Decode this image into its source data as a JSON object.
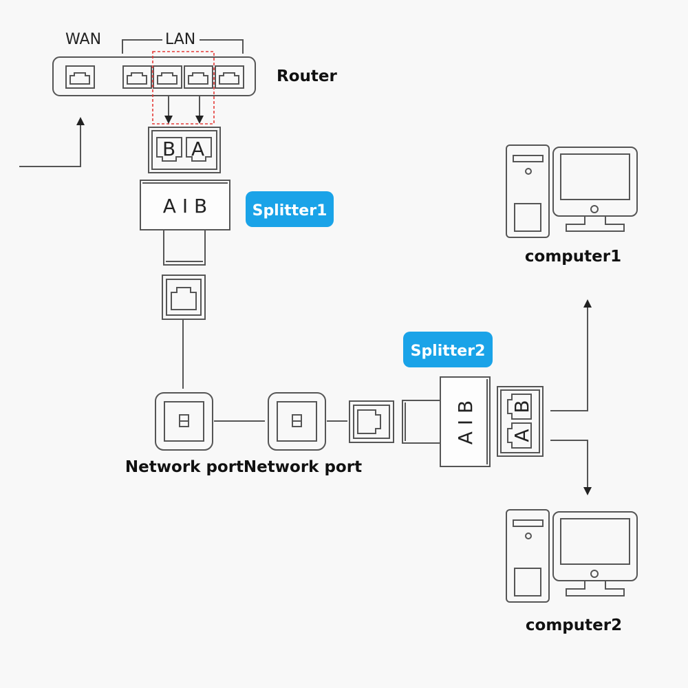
{
  "router": {
    "label": "Router",
    "wan_label": "WAN",
    "lan_label": "LAN",
    "highlight_color": "#e53935"
  },
  "splitter1": {
    "badge": "Splitter1",
    "input_ports": [
      "B",
      "A"
    ],
    "body_label": "A I B"
  },
  "splitter2": {
    "badge": "Splitter2",
    "output_ports": [
      "B",
      "A"
    ],
    "body_label": "A I B"
  },
  "wall_ports": [
    {
      "label": "Network port"
    },
    {
      "label": "Network port"
    }
  ],
  "computers": [
    {
      "label": "computer1"
    },
    {
      "label": "computer2"
    }
  ],
  "colors": {
    "badge": "#1aa3e8",
    "line": "#555555",
    "background": "#f8f8f8"
  }
}
